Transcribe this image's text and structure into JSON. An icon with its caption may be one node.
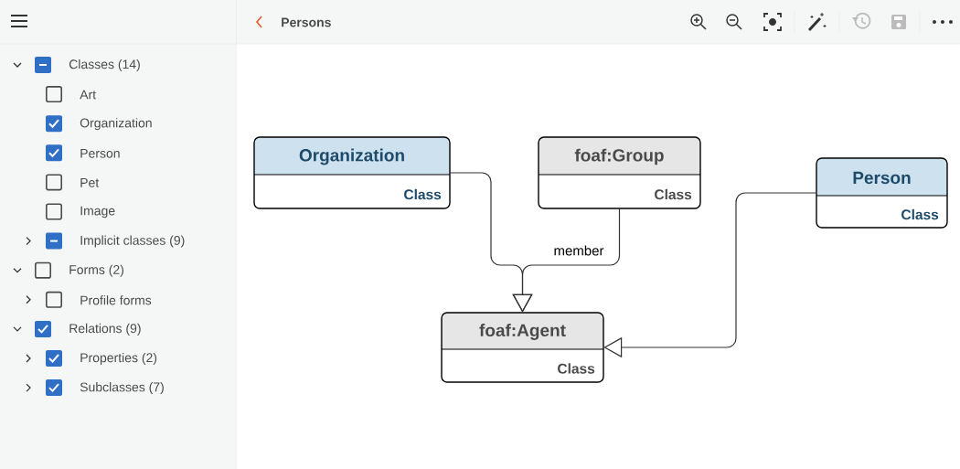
{
  "diagram": {
    "title": "Persons",
    "nodes": [
      {
        "text": [
          "Organization",
          "Class"
        ]
      },
      {
        "text": [
          "foaf:Group",
          "Class"
        ]
      },
      {
        "text": [
          "Person",
          "Class"
        ]
      },
      {
        "text": [
          "foaf:Agent",
          "Class"
        ]
      }
    ],
    "edges": [
      {
        "from": 0,
        "to": 3,
        "arrow": "to"
      },
      {
        "from": 1,
        "to": 3,
        "arrow": "to",
        "label": "member"
      },
      {
        "from": 2,
        "to": 3,
        "arrow": "to"
      }
    ],
    "labels": [
      "Classes (14)",
      "Art",
      "Organization",
      "Person",
      "Pet",
      "Image",
      "Implicit classes (9)",
      "Forms (2)",
      "Profile forms",
      "Relations (9)",
      "Properties (2)",
      "Subclasses (7)"
    ]
  }
}
